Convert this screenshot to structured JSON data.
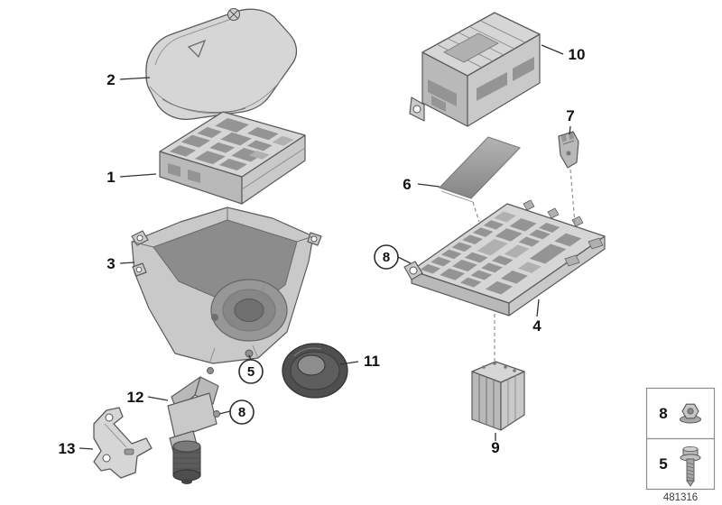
{
  "figure": {
    "part_number": "481316",
    "callouts": [
      {
        "label": "2",
        "style": "plain"
      },
      {
        "label": "1",
        "style": "plain"
      },
      {
        "label": "3",
        "style": "plain"
      },
      {
        "label": "5",
        "style": "circled"
      },
      {
        "label": "12",
        "style": "plain"
      },
      {
        "label": "8",
        "style": "circled"
      },
      {
        "label": "13",
        "style": "plain"
      },
      {
        "label": "11",
        "style": "plain"
      },
      {
        "label": "10",
        "style": "plain"
      },
      {
        "label": "7",
        "style": "plain"
      },
      {
        "label": "6",
        "style": "plain"
      },
      {
        "label": "8",
        "style": "circled"
      },
      {
        "label": "4",
        "style": "plain"
      },
      {
        "label": "9",
        "style": "plain"
      }
    ],
    "fastener_legend": [
      {
        "label": "8",
        "icon": "hex-flange-nut-icon"
      },
      {
        "label": "5",
        "icon": "hex-bolt-icon"
      }
    ],
    "colors": {
      "ink": "#4d4d4d",
      "background": "#ffffff"
    }
  }
}
